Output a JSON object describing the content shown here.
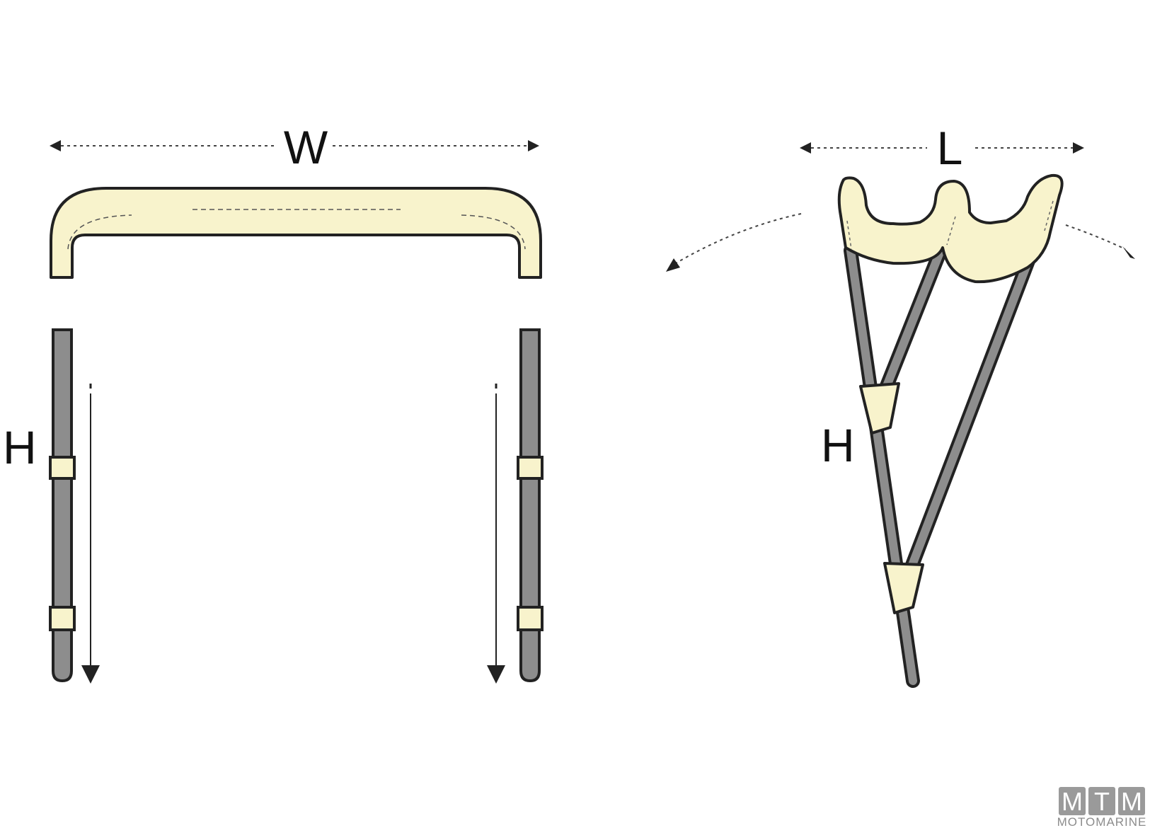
{
  "front_view": {
    "width_label": "W",
    "height_label": "H"
  },
  "side_view": {
    "length_label": "L",
    "height_label": "H"
  },
  "logo": {
    "letters": [
      "M",
      "T",
      "M"
    ],
    "wordmark": "MOTOMARINE"
  },
  "colors": {
    "canvas": "#f8f3cc",
    "tube": "#8d8d8d",
    "outline": "#222222"
  }
}
